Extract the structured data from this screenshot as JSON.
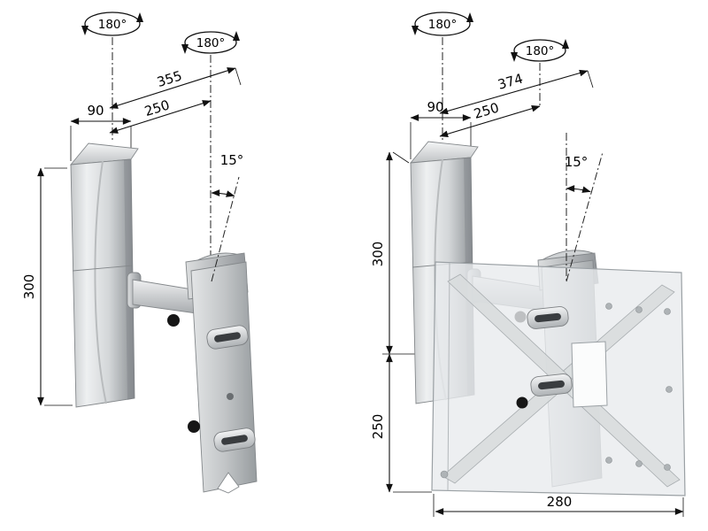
{
  "left_mount": {
    "swivel_wall": "180°",
    "swivel_head": "180°",
    "reach_max": "355",
    "reach_arm": "250",
    "bracket_width": "90",
    "bracket_height": "300",
    "tilt": "15°"
  },
  "right_mount": {
    "swivel_wall": "180°",
    "swivel_head": "180°",
    "reach_max": "374",
    "reach_arm": "250",
    "bracket_width": "90",
    "bracket_height": "300",
    "plate_height": "250",
    "plate_width": "280",
    "tilt": "15°"
  },
  "colors": {
    "metal_light": "#eceef0",
    "metal_mid": "#c9ccce",
    "metal_dark": "#9aa0a4",
    "line": "#111111",
    "background": "#ffffff"
  }
}
